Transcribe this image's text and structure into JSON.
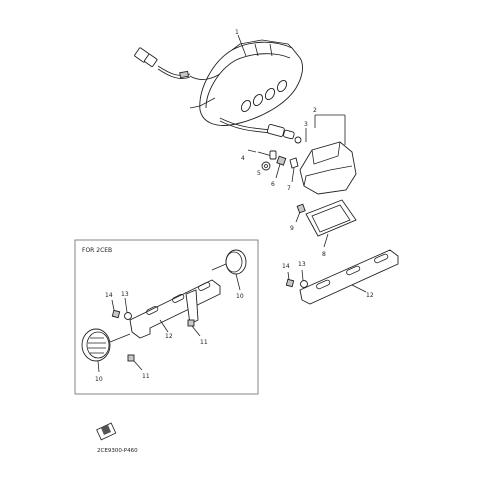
{
  "diagram": {
    "callouts": {
      "c1": "1",
      "c2": "2",
      "c3": "3",
      "c4": "4",
      "c5": "5",
      "c6": "6",
      "c7": "7",
      "c8": "8",
      "c9": "9",
      "c10a": "10",
      "c10b": "10",
      "c11a": "11",
      "c11b": "11",
      "c12a": "12",
      "c12b": "12",
      "c13a": "13",
      "c13b": "13",
      "c14a": "14",
      "c14b": "14"
    },
    "inset_label": "FOR 2CEB",
    "page_ref": "2CE9300-P460"
  }
}
